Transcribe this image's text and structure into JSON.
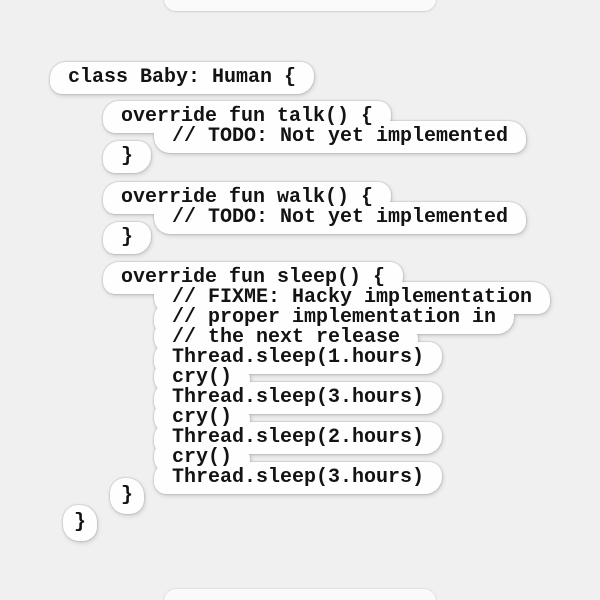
{
  "colors": {
    "background": "#f0f0f1",
    "sticker": "#fefefe",
    "text": "#131313"
  },
  "stickers": {
    "class_decl": {
      "l1": "class Baby: Human {"
    },
    "talk": {
      "l1": "override fun talk() {",
      "l2": "// TODO: Not yet implemented",
      "l3": "}"
    },
    "walk": {
      "l1": "override fun walk() {",
      "l2": "// TODO: Not yet implemented",
      "l3": "}"
    },
    "sleep": {
      "l1": "override fun sleep() {",
      "l2": "// FIXME: Hacky implementation",
      "l3": "// proper implementation in",
      "l4": "// the next release",
      "l5": "Thread.sleep(1.hours)",
      "l6": "cry()",
      "l7": "Thread.sleep(3.hours)",
      "l8": "cry()",
      "l9": "Thread.sleep(2.hours)",
      "l10": "cry()",
      "l11": "Thread.sleep(3.hours)"
    },
    "close_inner": {
      "l1": "}"
    },
    "close_outer": {
      "l1": "}"
    }
  }
}
